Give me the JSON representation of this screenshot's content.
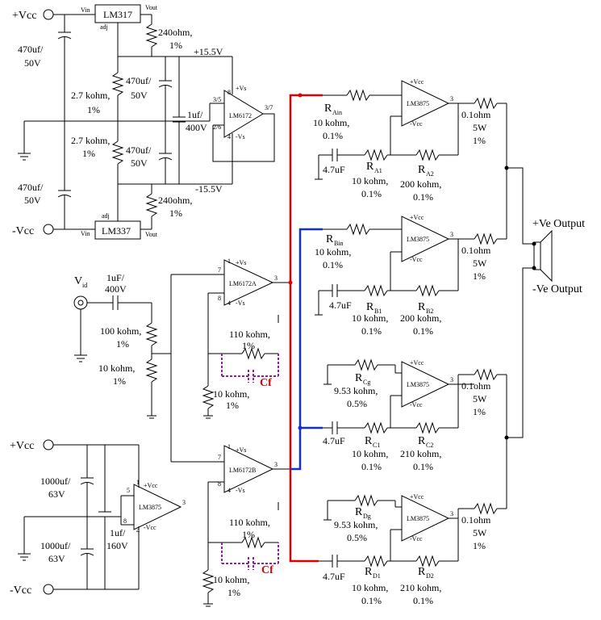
{
  "supply": {
    "vcc_pos": "+Vcc",
    "vcc_neg": "-Vcc",
    "pin_vin": "Vin",
    "pin_vout": "Vout",
    "pin_adj": "adj",
    "reg_pos": "LM317",
    "reg_neg": "LM337",
    "cap_470_a": "470uf/",
    "cap_470_b": "50V",
    "r_240": "240ohm,",
    "r_1pct": "1%",
    "r_2k7": "2.7 kohm,",
    "cap_bypass_a": "1uf/",
    "cap_bypass_b": "400V",
    "rail_pos": "+15.5V",
    "rail_neg": "-15.5V"
  },
  "input": {
    "vid": "V",
    "vid_sub": "id",
    "cin_a": "1uF/",
    "cin_b": "400V",
    "r100k": "100 kohm,",
    "r10k": "10 kohm,",
    "pct1": "1%"
  },
  "opamp": {
    "lm6172": "LM6172",
    "lm6172a": "LM6172A",
    "lm6172b": "LM6172B",
    "lm3875": "LM3875",
    "vs_pos": "+Vs",
    "vs_neg": "-Vs",
    "vcc_pos": "+Vcc",
    "vcc_neg": "-Vcc",
    "p1": "1",
    "p2": "2",
    "p3": "3",
    "p4": "4",
    "p5": "5",
    "p7": "7",
    "p8": "8",
    "p3_5": "3/5",
    "p2_6": "2/6",
    "p3_7": "3/7"
  },
  "buffer": {
    "r110k": "110 kohm,",
    "r10k": "10 kohm,",
    "pct1": "1%",
    "cf": "Cf"
  },
  "channels": {
    "A": {
      "rin": "R",
      "rin_sub": "Ain",
      "rin_val": "10 kohm,",
      "rin_tol": "0.1%",
      "r1": "R",
      "r1_sub": "A1",
      "r2": "R",
      "r2_sub": "A2"
    },
    "B": {
      "rin": "R",
      "rin_sub": "Bin",
      "rin_val": "10 kohm,",
      "rin_tol": "0.1%",
      "r1": "R",
      "r1_sub": "B1",
      "r2": "R",
      "r2_sub": "B2"
    },
    "C": {
      "rin": "R",
      "rin_sub": "Cg",
      "rin_val": "9.53 kohm,",
      "rin_tol": "0.5%",
      "r1": "R",
      "r1_sub": "C1",
      "r2": "R",
      "r2_sub": "C2"
    },
    "D": {
      "rin": "R",
      "rin_sub": "Dg",
      "rin_val": "9.53 kohm,",
      "rin_tol": "0.5%",
      "r1": "R",
      "r1_sub": "D1",
      "r2": "R",
      "r2_sub": "D2"
    }
  },
  "values": {
    "c47": "4.7uF",
    "r10k": "10 kohm,",
    "r200k": "200 kohm,",
    "r210k": "210 kohm,",
    "tol01": "0.1%",
    "rout_a": "0.1ohm",
    "rout_b": "5W",
    "rout_c": "1%"
  },
  "output": {
    "pos": "+Ve Output",
    "neg": "-Ve Output"
  },
  "bottom_amp": {
    "c1000_a": "1000uf/",
    "c1000_b": "63V",
    "c1_a": "1uf/",
    "c1_b": "160V"
  }
}
